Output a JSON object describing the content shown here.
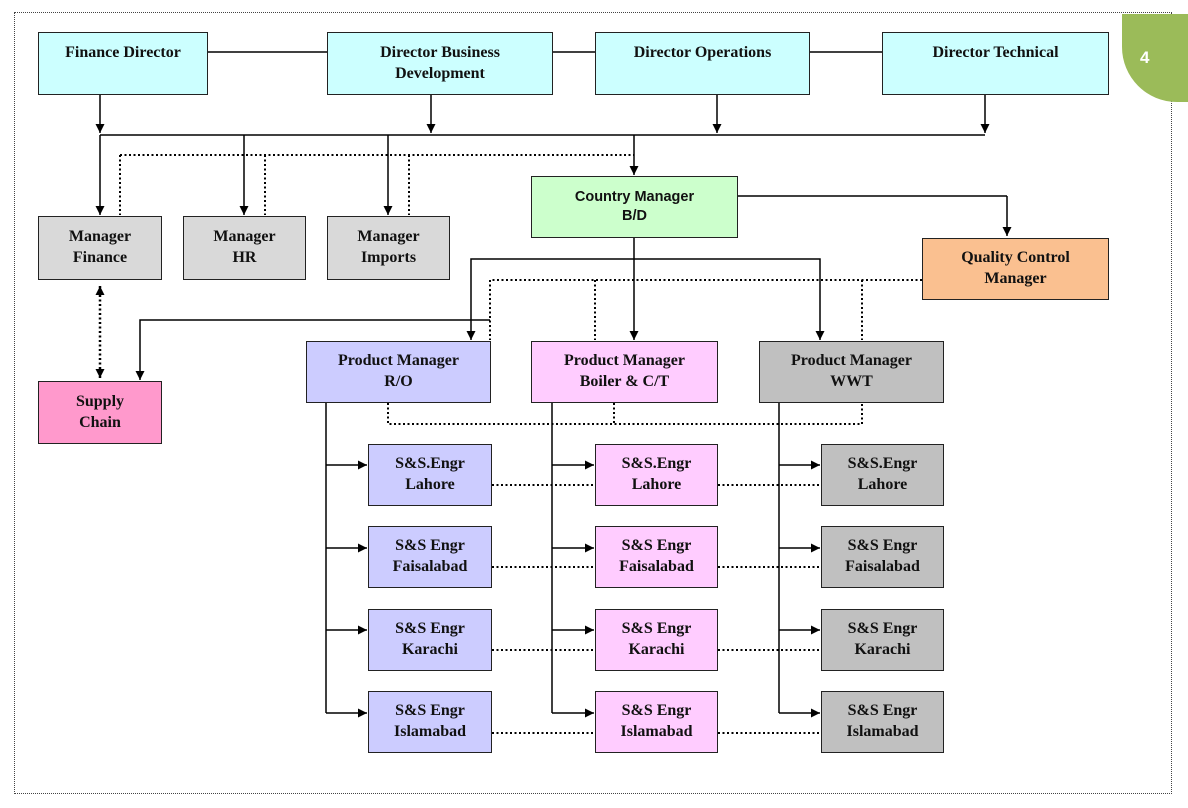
{
  "page_number": "4",
  "directors": {
    "finance": "Finance Director",
    "business_development": "Director Business\nDevelopment",
    "operations": "Director Operations",
    "technical": "Director Technical"
  },
  "managers": {
    "finance": "Manager\nFinance",
    "hr": "Manager\nHR",
    "imports": "Manager\nImports",
    "country": "Country Manager\nB/D",
    "quality_control": "Quality Control\nManager",
    "supply_chain": "Supply\nChain"
  },
  "product_managers": {
    "ro": "Product Manager\nR/O",
    "boiler": "Product Manager\nBoiler & C/T",
    "wwt": "Product Manager\nWWT"
  },
  "engineers": {
    "ro": [
      "S&S.Engr\nLahore",
      "S&S Engr\nFaisalabad",
      "S&S Engr\nKarachi",
      "S&S Engr\nIslamabad"
    ],
    "boiler": [
      "S&S.Engr\nLahore",
      "S&S Engr\nFaisalabad",
      "S&S Engr\nKarachi",
      "S&S Engr\nIslamabad"
    ],
    "wwt": [
      "S&S.Engr\nLahore",
      "S&S Engr\nFaisalabad",
      "S&S Engr\nKarachi",
      "S&S Engr\nIslamabad"
    ]
  },
  "colors": {
    "director": "#ccffff",
    "staff_manager": "#d9d9d9",
    "country_manager": "#ccffcc",
    "quality_control": "#fac090",
    "supply_chain": "#ff99cc",
    "ro_team": "#ccccff",
    "boiler_team": "#ffccff",
    "wwt_team": "#c0c0c0",
    "page_badge": "#9bbb59"
  }
}
